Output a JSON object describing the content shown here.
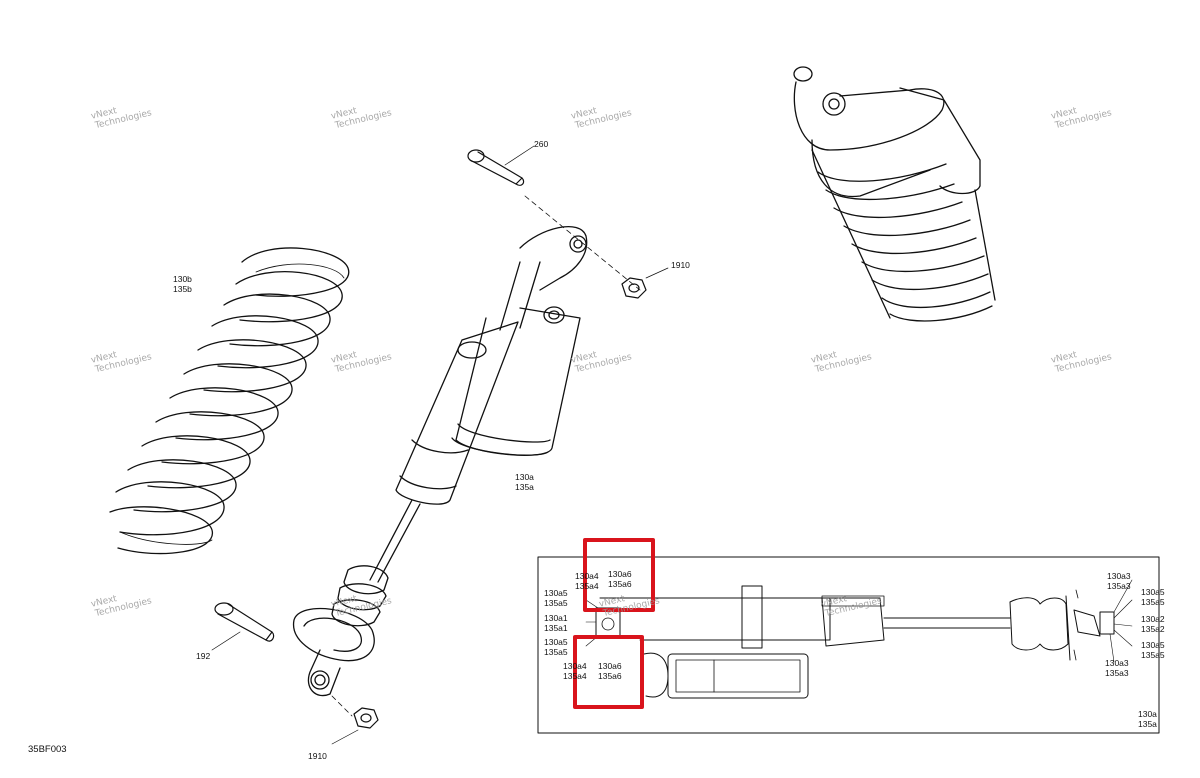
{
  "figure_code": "35BF003",
  "watermark": {
    "line1": "vNext",
    "line2": "Technologies"
  },
  "callouts": {
    "c260": "260",
    "c1910_top": "1910",
    "c1910_bottom": "1910",
    "c192": "192",
    "spring": [
      "130b",
      "135b"
    ],
    "shock": [
      "130a",
      "135a"
    ],
    "inset_a6_top": [
      "130a6",
      "135a6"
    ],
    "inset_a4_top": [
      "130a4",
      "135a4"
    ],
    "inset_a5_left_top": [
      "130a5",
      "135a5"
    ],
    "inset_a1": [
      "130a1",
      "135a1"
    ],
    "inset_a5_left_bottom": [
      "130a5",
      "135a5"
    ],
    "inset_a4_bottom": [
      "130a4",
      "135a4"
    ],
    "inset_a6_bottom": [
      "130a6",
      "135a6"
    ],
    "inset_a3_top": [
      "130a3",
      "135a3"
    ],
    "inset_a5_right_top": [
      "130a5",
      "135a5"
    ],
    "inset_a2": [
      "130a2",
      "135a2"
    ],
    "inset_a5_right_bottom": [
      "130a5",
      "135a5"
    ],
    "inset_a3_bottom": [
      "130a3",
      "135a3"
    ],
    "inset_a_main": [
      "130a",
      "135a"
    ]
  },
  "highlight_color": "#d9141c"
}
